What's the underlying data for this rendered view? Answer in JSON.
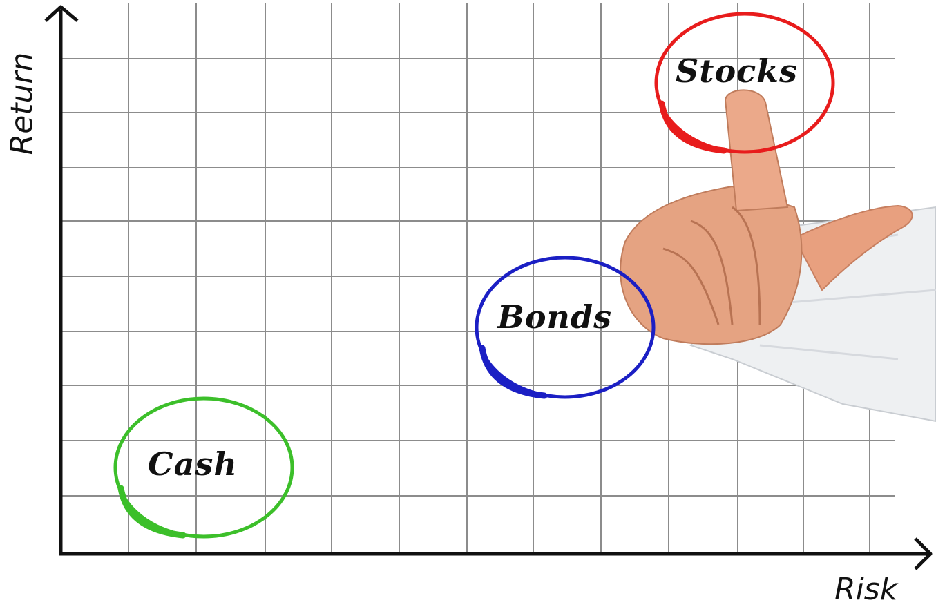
{
  "axes": {
    "x_label": "Risk",
    "y_label": "Return"
  },
  "assets": [
    {
      "label": "Cash",
      "color": "#3cbf2a"
    },
    {
      "label": "Bonds",
      "color": "#1b1fc4"
    },
    {
      "label": "Stocks",
      "color": "#e81c1c"
    }
  ],
  "colors": {
    "grid": "#8c8c8c",
    "axis": "#111111",
    "background": "#ffffff"
  },
  "illustration": {
    "icon": "pointing-hand-icon"
  }
}
